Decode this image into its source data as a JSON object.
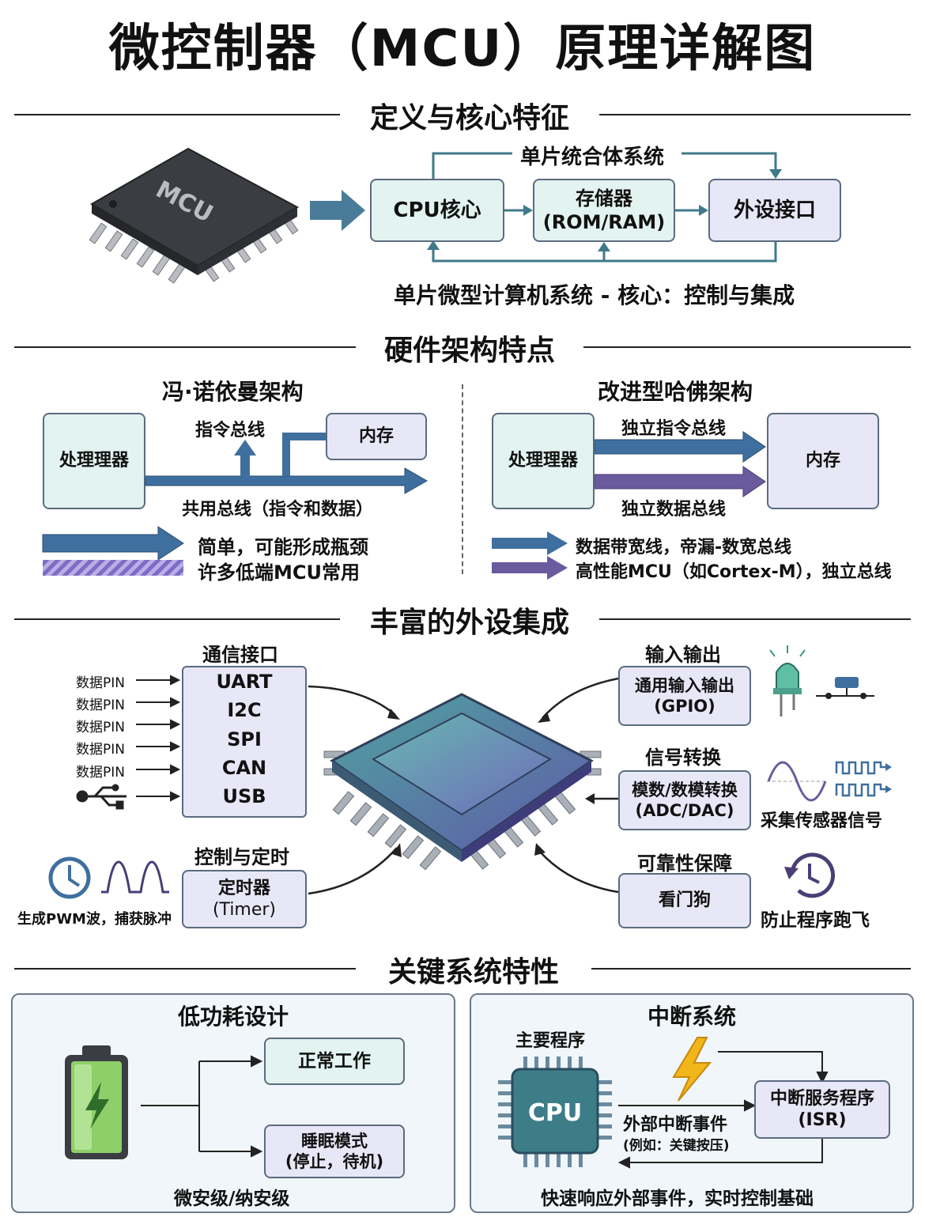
{
  "title": "微控制器（MCU）原理详解图",
  "sections": {
    "definition": "定义与核心特征",
    "hardware": "硬件架构特点",
    "peripherals": "丰富的外设集成",
    "key_features": "关键系统特性"
  },
  "definition": {
    "chip_label": "MCU",
    "system_label": "单片统合体系统",
    "cpu": "CPU核心",
    "memory_line1": "存储器",
    "memory_line2": "(ROM/RAM)",
    "peripheral": "外设接口",
    "caption": "单片微型计算机系统 - 核心：控制与集成"
  },
  "von_neumann": {
    "title": "冯·诺依曼架构",
    "processor": "处理理器",
    "memory": "内存",
    "instruction_bus": "指令总线",
    "shared_bus": "共用总线（指令和数据）",
    "legend1": "简单，可能形成瓶颈",
    "legend2": "许多低端MCU常用"
  },
  "harvard": {
    "title": "改进型哈佛架构",
    "processor": "处理理器",
    "memory": "内存",
    "instruction_bus": "独立指令总线",
    "data_bus": "独立数据总线",
    "legend1": "数据带宽线，帝漏-数宽总线",
    "legend2": "高性能MCU（如Cortex-M），独立总线"
  },
  "comm": {
    "title": "通信接口",
    "items": [
      "UART",
      "I2C",
      "SPI",
      "CAN",
      "USB"
    ],
    "pins": [
      "数据PIN",
      "数据PIN",
      "数据PIN",
      "数据PIN",
      "数据PIN"
    ]
  },
  "timer": {
    "title": "控制与定时",
    "box_line1": "定时器",
    "box_line2": "(Timer)",
    "caption": "生成PWM波，捕获脉冲"
  },
  "io": {
    "title": "输入输出",
    "box_line1": "通用输入输出",
    "box_line2": "(GPIO)"
  },
  "signal": {
    "title": "信号转换",
    "box_line1": "模数/数模转换",
    "box_line2": "(ADC/DAC)",
    "caption": "采集传感器信号"
  },
  "reliability": {
    "title": "可靠性保障",
    "box": "看门狗",
    "caption": "防止程序跑飞"
  },
  "low_power": {
    "title": "低功耗设计",
    "normal": "正常工作",
    "sleep_line1": "睡眠模式",
    "sleep_line2": "(停止，待机)",
    "caption": "微安级/纳安级"
  },
  "interrupt": {
    "title": "中断系统",
    "main_program": "主要程序",
    "cpu": "CPU",
    "isr_line1": "中断服务程序",
    "isr_line2": "(ISR)",
    "event": "外部中断事件",
    "event_example": "(例如：关键按压)",
    "caption": "快速响应外部事件，实时控制基础"
  },
  "colors": {
    "blue_arrow": "#3f6f9e",
    "purple_arrow": "#6a5a9e",
    "teal_box": "#e2f3f0",
    "lavender_box": "#e8e7f7",
    "battery_green": "#8fcf6a",
    "lightning": "#f2b61a"
  },
  "icons": [
    "usb-icon",
    "clock-icon",
    "pulse-wave-icon",
    "led-icon",
    "button-switch-icon",
    "sine-wave-icon",
    "square-wave-icon",
    "history-clock-icon",
    "battery-icon",
    "lightning-icon"
  ]
}
